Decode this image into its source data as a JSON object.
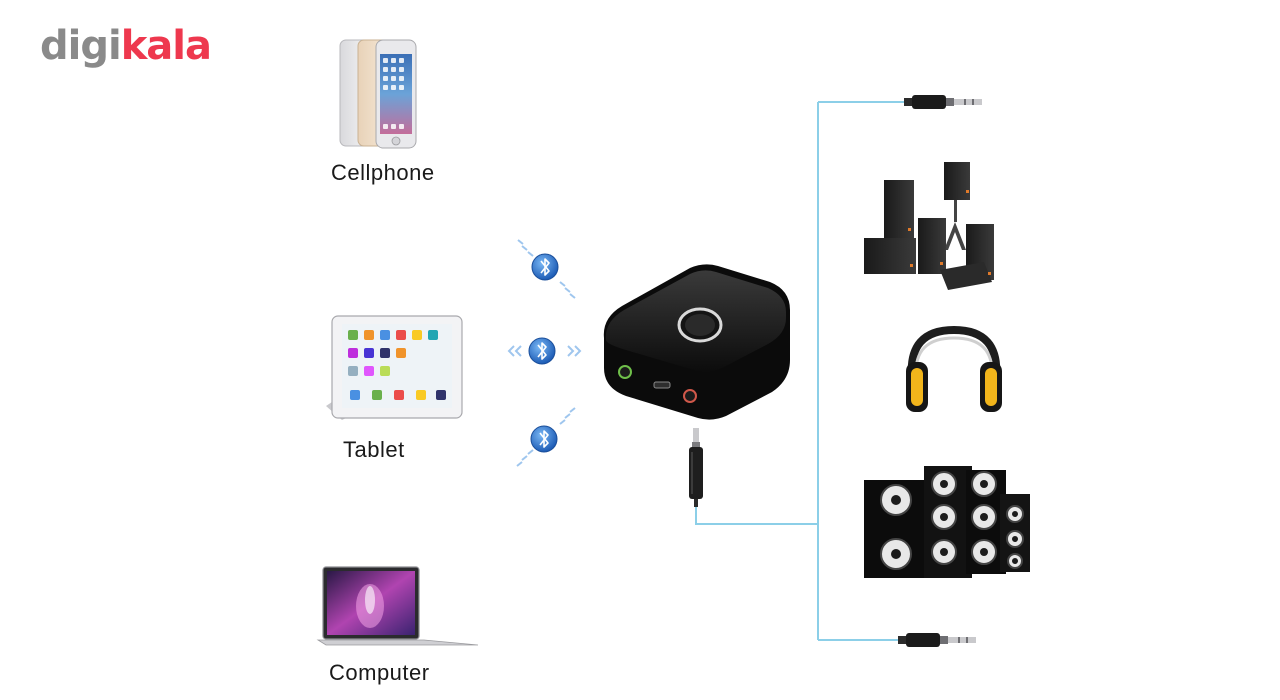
{
  "logo": {
    "part1": "digi",
    "part2": "kala"
  },
  "devices": {
    "cellphone": "Cellphone",
    "tablet": "Tablet",
    "computer": "Computer"
  },
  "colors": {
    "brand_gray": "#8a8a8a",
    "brand_red": "#ee384e",
    "cable_blue": "#8ccfe8",
    "bluetooth_blue": "#1f6fd1"
  }
}
